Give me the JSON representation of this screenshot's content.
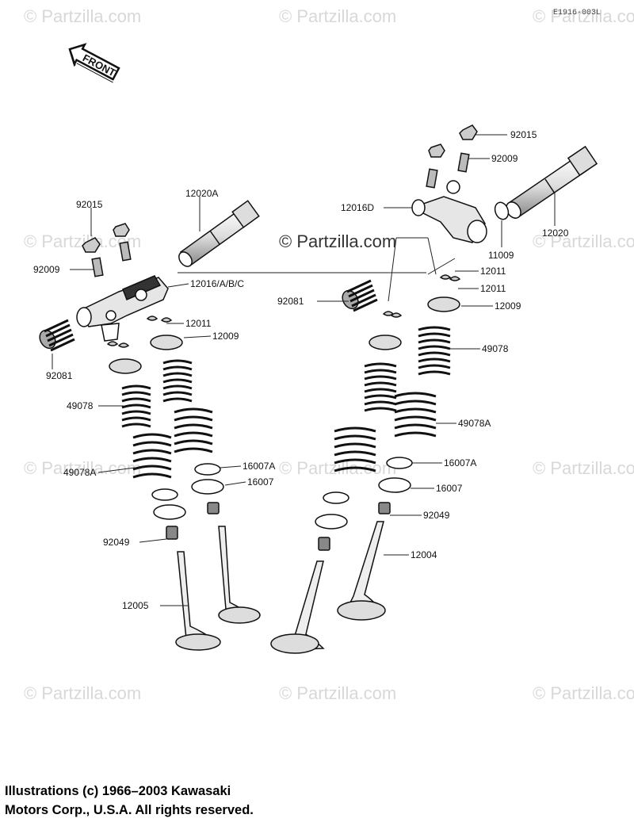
{
  "diagram": {
    "reference_code": "E1916-003L",
    "front_label": "FRONT",
    "watermark": "© Partzilla.com",
    "watermark_center": "© Partzilla.com",
    "callouts": [
      "92015",
      "12020A",
      "92009",
      "12016/A/B/C",
      "12011",
      "12009",
      "92081",
      "49078",
      "49078A",
      "16007A",
      "16007",
      "92049",
      "12005",
      "92015",
      "92009",
      "12016D",
      "12020",
      "11009",
      "12011",
      "12011",
      "92081",
      "12009",
      "49078",
      "49078A",
      "16007A",
      "16007",
      "92049",
      "12004"
    ]
  },
  "footer": {
    "line1": "Illustrations (c) 1966–2003 Kawasaki",
    "line2": "Motors Corp., U.S.A.  All rights reserved."
  }
}
